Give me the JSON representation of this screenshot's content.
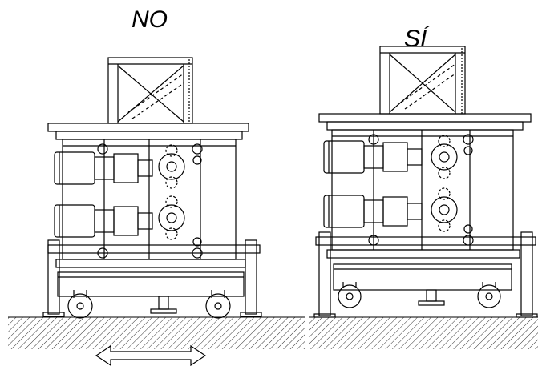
{
  "captions": {
    "left": "NO",
    "right": "SÍ"
  },
  "panels": [
    {
      "id": "left",
      "verdict": "NO",
      "wheels": "caster",
      "motors": 2
    },
    {
      "id": "right",
      "verdict": "SÍ",
      "wheels": "caster",
      "motors": 2
    }
  ],
  "icons": {
    "movement": "double-arrow-icon",
    "ground": "hatched-ground-icon"
  },
  "colors": {
    "line": "#000000",
    "background": "#ffffff",
    "dashed": "#222222"
  }
}
